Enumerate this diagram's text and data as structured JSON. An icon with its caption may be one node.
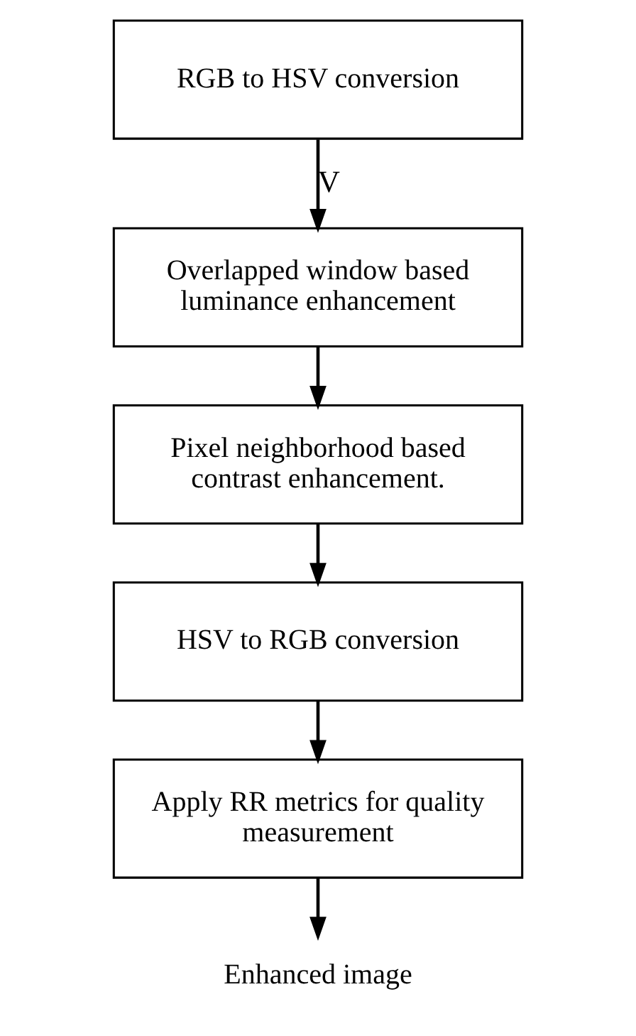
{
  "diagram": {
    "nodes": [
      {
        "text": [
          "RGB to HSV conversion"
        ]
      },
      {
        "text": [
          "Overlapped window based luminance enhancement"
        ]
      },
      {
        "text": [
          "Pixel neighborhood based contrast enhancement."
        ]
      },
      {
        "text": [
          "HSV to RGB conversion"
        ]
      },
      {
        "text": [
          "Apply RR metrics for quality measurement"
        ]
      },
      {
        "text": [
          "Enhanced image"
        ]
      }
    ],
    "edges": [
      {
        "from": 0,
        "to": 1,
        "arrow": "to",
        "label": "V"
      },
      {
        "from": 1,
        "to": 2,
        "arrow": "to"
      },
      {
        "from": 2,
        "to": 3,
        "arrow": "to"
      },
      {
        "from": 3,
        "to": 4,
        "arrow": "to"
      },
      {
        "from": 4,
        "to": 5,
        "arrow": "to"
      }
    ]
  }
}
